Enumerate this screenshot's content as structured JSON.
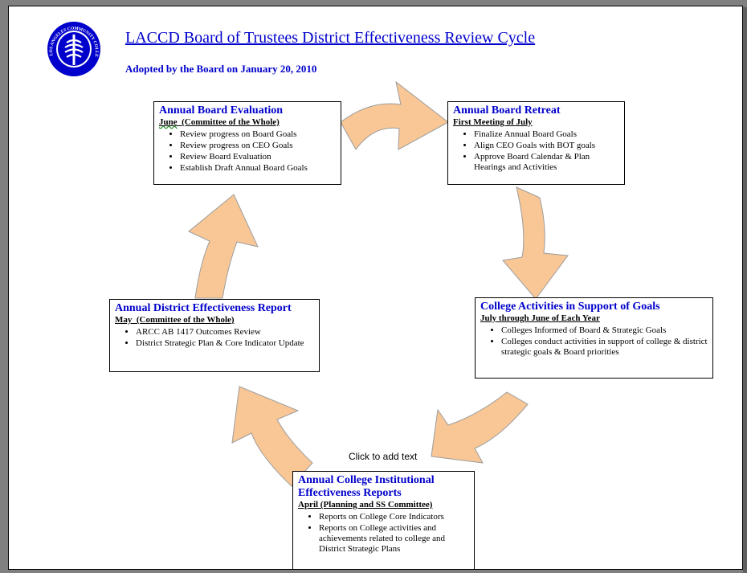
{
  "header": {
    "title": "LACCD Board of Trustees District Effectiveness Review Cycle",
    "subtitle": "Adopted by the Board on January 20, 2010",
    "logo_text": "LOS ANGELES COMMUNITY COLLEGE DISTRICT"
  },
  "boxes": {
    "evaluation": {
      "heading": "Annual Board Evaluation",
      "sub_word": "June",
      "sub_rest": "  (Committee of the Whole)",
      "items": [
        "Review progress on Board Goals",
        "Review progress on CEO Goals",
        "Review Board Evaluation",
        "Establish Draft Annual Board Goals"
      ]
    },
    "retreat": {
      "heading": "Annual Board Retreat",
      "sub": "First Meeting of July",
      "items": [
        "Finalize Annual Board Goals",
        "Align CEO Goals with BOT goals",
        "Approve Board Calendar & Plan Hearings and Activities"
      ]
    },
    "activities": {
      "heading": "College Activities in Support of Goals",
      "sub": "July through June of Each Year",
      "items": [
        "Colleges Informed of Board & Strategic Goals",
        "Colleges conduct activities in support of college & district strategic goals & Board priorities"
      ]
    },
    "college_reports": {
      "heading": "Annual College Institutional Effectiveness Reports",
      "sub": "April (Planning and SS Committee)",
      "items": [
        "Reports on College Core Indicators",
        "Reports on College activities and achievements related to college and District Strategic Plans"
      ]
    },
    "district_report": {
      "heading": "Annual District Effectiveness Report",
      "sub": "May  (Committee of the Whole)",
      "items": [
        "ARCC AB 1417 Outcomes Review",
        "District Strategic Plan & Core Indicator Update"
      ]
    }
  },
  "placeholder_text": "Click to add text",
  "colors": {
    "arrow_fill": "#f9c796",
    "arrow_stroke": "#9c9c9c",
    "heading": "#0000cc",
    "logo": "#0000cc"
  }
}
